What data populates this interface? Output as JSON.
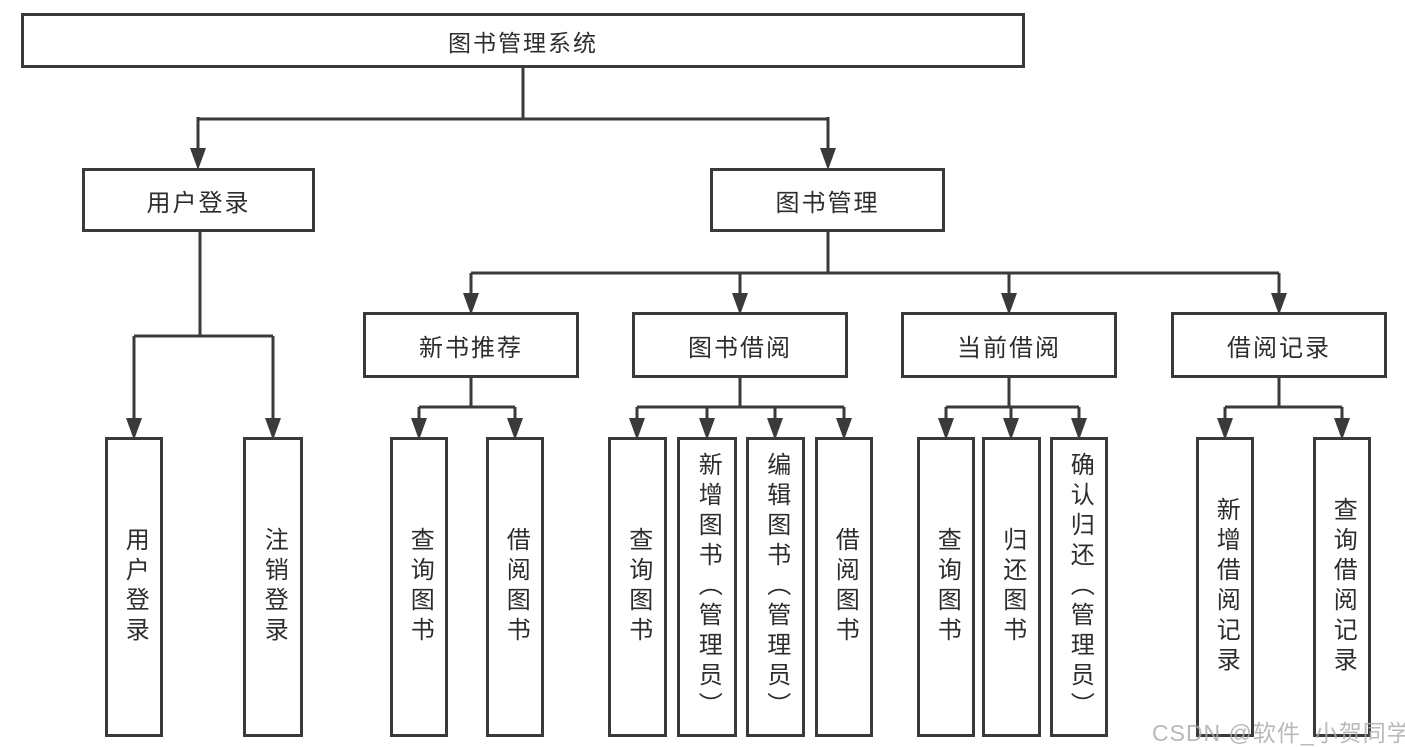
{
  "diagram": {
    "root": {
      "label": "图书管理系统"
    },
    "branches": [
      {
        "label": "用户登录",
        "leaves": [
          {
            "label": "用户登录"
          },
          {
            "label": "注销登录"
          }
        ]
      },
      {
        "label": "图书管理",
        "groups": [
          {
            "label": "新书推荐",
            "leaves": [
              {
                "label": "查询图书"
              },
              {
                "label": "借阅图书"
              }
            ]
          },
          {
            "label": "图书借阅",
            "leaves": [
              {
                "label": "查询图书"
              },
              {
                "label": "新增图书（管理员）"
              },
              {
                "label": "编辑图书（管理员）"
              },
              {
                "label": "借阅图书"
              }
            ]
          },
          {
            "label": "当前借阅",
            "leaves": [
              {
                "label": "查询图书"
              },
              {
                "label": "归还图书"
              },
              {
                "label": "确认归还（管理员）"
              }
            ]
          },
          {
            "label": "借阅记录",
            "leaves": [
              {
                "label": "新增借阅记录"
              },
              {
                "label": "查询借阅记录"
              }
            ]
          }
        ]
      }
    ]
  },
  "watermark": "CSDN @软件_小贺同学",
  "colors": {
    "line": "#3a3a3a",
    "text": "#2d2d2d",
    "watermark": "#adadad",
    "background": "#ffffff"
  }
}
